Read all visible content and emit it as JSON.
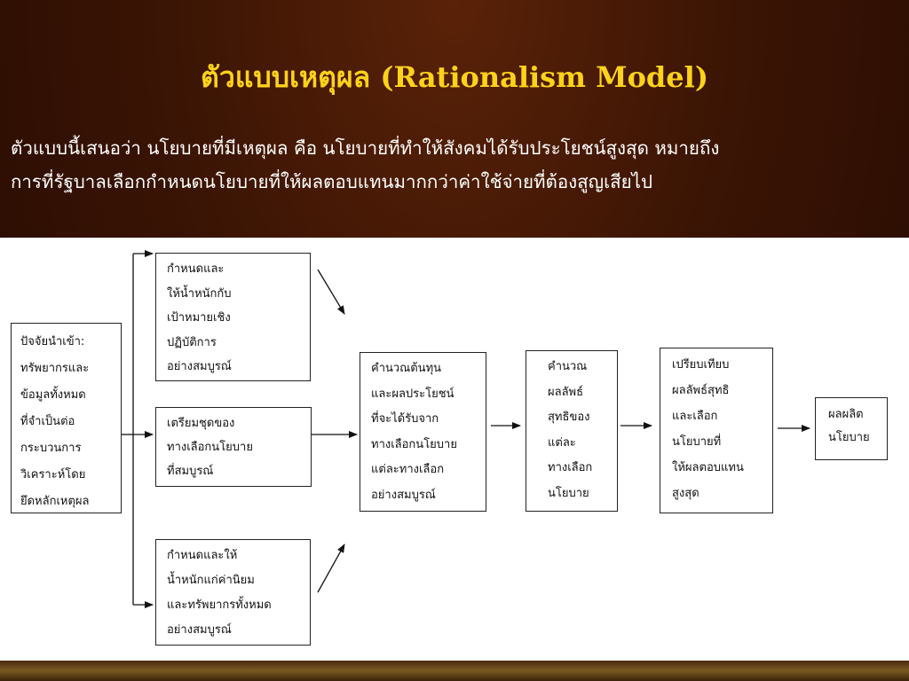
{
  "title": "ตัวแบบเหตุผล (Rationalism Model)",
  "intro": {
    "line1": "ตัวแบบนี้เสนอว่า นโยบายที่มีเหตุผล คือ นโยบายที่ทำให้สังคมได้รับประโยชน์สูงสุด หมายถึง",
    "line2": "การที่รัฐบาลเลือกกำหนดนโยบายที่ให้ผลตอบแทนมากกว่าค่าใช้จ่ายที่ต้องสูญเสียไป"
  },
  "diagram": {
    "input_box": [
      "ปัจจัยนำเข้า:",
      "ทรัพยากรและ",
      "ข้อมูลทั้งหมด",
      "ที่จำเป็นต่อ",
      "กระบวนการ",
      "วิเคราะห์โดย",
      "ยึดหลักเหตุผล"
    ],
    "goals_box": [
      "กำหนดและ",
      "ให้น้ำหนักกับ",
      "เป้าหมายเชิง",
      "ปฏิบัติการ",
      "อย่างสมบูรณ์"
    ],
    "alternatives_box": [
      "เตรียมชุดของ",
      "ทางเลือกนโยบาย",
      "ที่สมบูรณ์"
    ],
    "values_box": [
      "กำหนดและให้",
      "น้ำหนักแก่ค่านิยม",
      "และทรัพยากรทั้งหมด",
      "อย่างสมบูรณ์"
    ],
    "cost_benefit_box": [
      "คำนวณต้นทุน",
      "และผลประโยชน์",
      "ที่จะได้รับจาก",
      "ทางเลือกนโยบาย",
      "แต่ละทางเลือก",
      "อย่างสมบูรณ์"
    ],
    "net_result_box": [
      "คำนวณ",
      "ผลลัพธ์",
      "สุทธิของ",
      "แต่ละ",
      "ทางเลือก",
      "นโยบาย"
    ],
    "compare_box": [
      "เปรียบเทียบ",
      "ผลลัพธ์สุทธิ",
      "และเลือก",
      "นโยบายที่",
      "ให้ผลตอบแทน",
      "สูงสุด"
    ],
    "output_box": [
      "ผลผลิต",
      "นโยบาย"
    ]
  }
}
